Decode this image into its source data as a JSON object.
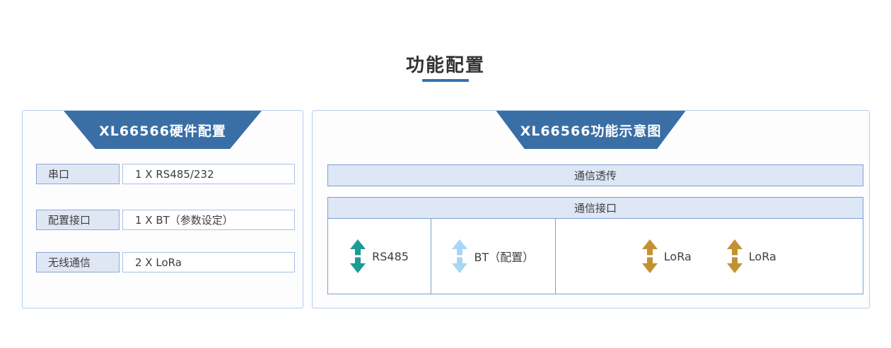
{
  "page": {
    "title": "功能配置"
  },
  "colors": {
    "header_blue": "#3a6fa6",
    "underline_blue": "#3273b5",
    "bar_fill": "#dde7f6",
    "table_border": "#7d9ed1",
    "arrow_teal": "#1a9c94",
    "arrow_light_blue": "#a9d6f3",
    "arrow_gold": "#c29232"
  },
  "hardware_panel": {
    "title": "XL66566硬件配置",
    "rows": [
      {
        "label": "串口",
        "value": "1 X RS485/232"
      },
      {
        "label": "配置接口",
        "value": "1 X BT（参数设定）"
      },
      {
        "label": "无线通信",
        "value": "2 X LoRa"
      }
    ]
  },
  "function_panel": {
    "title": "XL66566功能示意图",
    "transparent_bar_label": "通信透传",
    "interface_table": {
      "header": "通信接口",
      "cells": [
        {
          "label": "RS485",
          "arrow_color": "#1a9c94"
        },
        {
          "label": "BT（配置）",
          "arrow_color": "#a9d6f3"
        },
        {
          "items": [
            {
              "label": "LoRa",
              "arrow_color": "#c29232"
            },
            {
              "label": "LoRa",
              "arrow_color": "#c29232"
            }
          ]
        }
      ]
    }
  }
}
